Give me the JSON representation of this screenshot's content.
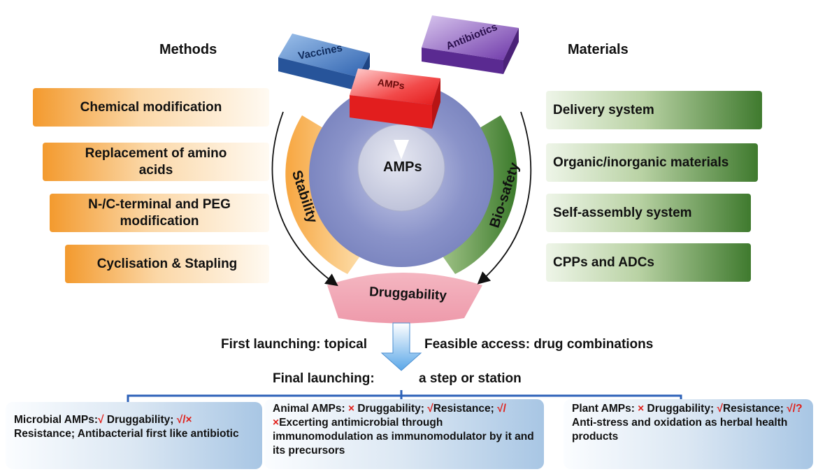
{
  "headers": {
    "methods": "Methods",
    "materials": "Materials"
  },
  "methods": [
    {
      "line1": "Chemical modification",
      "line2": ""
    },
    {
      "line1": "Replacement of amino",
      "line2": "acids"
    },
    {
      "line1": "N-/C-terminal and PEG",
      "line2": "modification"
    },
    {
      "line1": "Cyclisation & Stapling",
      "line2": ""
    }
  ],
  "materials": [
    "Delivery system",
    "Organic/inorganic materials",
    "Self-assembly system",
    "CPPs and ADCs"
  ],
  "center": {
    "cubes": {
      "vaccines": "Vaccines",
      "antibiotics": "Antibiotics",
      "amps": "AMPs"
    },
    "core": "AMPs",
    "stability": "Stability",
    "biosafety": "Bio-safety",
    "druggability": "Druggability"
  },
  "launch": {
    "first": "First launching: topical",
    "feasible": "Feasible access: drug combinations",
    "final_label": "Final launching:",
    "final_value": "a step or station"
  },
  "bottom": {
    "microbial": {
      "lead": "Microbial AMPs:",
      "mark1": "√",
      "t1": " Druggability; ",
      "mark2": "√/×",
      "t2": " Resistance; Antibacterial first like antibiotic"
    },
    "animal": {
      "lead": "Animal AMPs:",
      "mark1": "×",
      "t1": " Druggability; ",
      "mark2": "√",
      "t2": "Resistance; ",
      "mark3": "√/×",
      "t3": "Excerting antimicrobial through immunomodulation as immunomodulator by it and its precursors"
    },
    "plant": {
      "lead": "Plant AMPs:",
      "mark1": "×",
      "t1": " Druggability; ",
      "mark2": "√",
      "t2": "Resistance; ",
      "mark3": "√/?",
      "t3": "Anti-stress and oxidation as herbal health products"
    }
  }
}
